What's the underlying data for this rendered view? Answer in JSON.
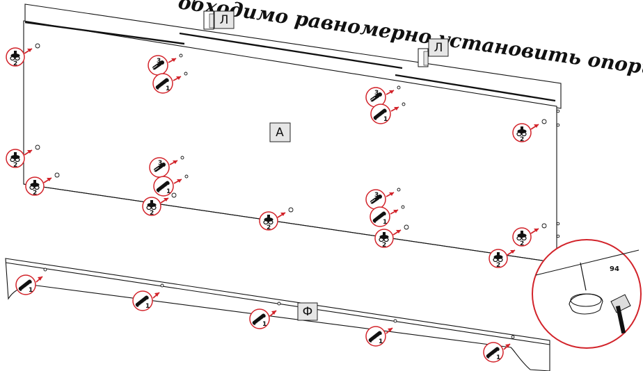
{
  "instruction_text": "обходимо равномерно установить опоры.",
  "labels": {
    "panel_main": "А",
    "panel_front": "Ф",
    "side_left_1": "Л",
    "side_left_2": "Л"
  },
  "callouts": {
    "n1": "1",
    "n2": "2",
    "n3": "3"
  },
  "detail": {
    "part_number": "94"
  },
  "colors": {
    "accent": "#d2232a",
    "line": "#111111",
    "label_bg": "#e6e6e6"
  }
}
